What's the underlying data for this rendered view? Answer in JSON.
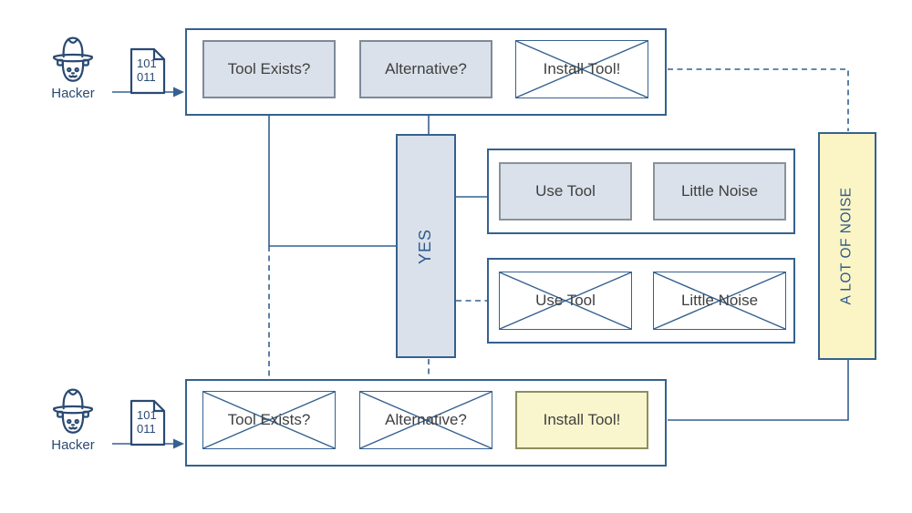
{
  "colors": {
    "line_blue": "#35618f",
    "node_fill": "#dae1ea",
    "node_border_gray": "#7d8a99",
    "yellow_fill": "#fbf5c6",
    "yellow_border": "#8e8e5e",
    "text_dark": "#3f3f3f",
    "text_blue": "#2a4a73"
  },
  "actors": {
    "top": {
      "label": "Hacker",
      "file_lines": [
        "101",
        "011"
      ]
    },
    "bottom": {
      "label": "Hacker",
      "file_lines": [
        "101",
        "011"
      ]
    }
  },
  "rows": {
    "top": {
      "items": [
        {
          "label": "Tool Exists?"
        },
        {
          "label": "Alternative?"
        },
        {
          "label": "Install Tool!"
        }
      ]
    },
    "bottom": {
      "items": [
        {
          "label": "Tool Exists?"
        },
        {
          "label": "Alternative?"
        },
        {
          "label": "Install Tool!"
        }
      ]
    }
  },
  "decision": {
    "label": "YES"
  },
  "outcomes": {
    "active": {
      "items": [
        {
          "label": "Use Tool"
        },
        {
          "label": "Little Noise"
        }
      ]
    },
    "muted": {
      "items": [
        {
          "label": "Use Tool"
        },
        {
          "label": "Little Noise"
        }
      ]
    }
  },
  "noise": {
    "label": "A LOT OF NOISE"
  }
}
